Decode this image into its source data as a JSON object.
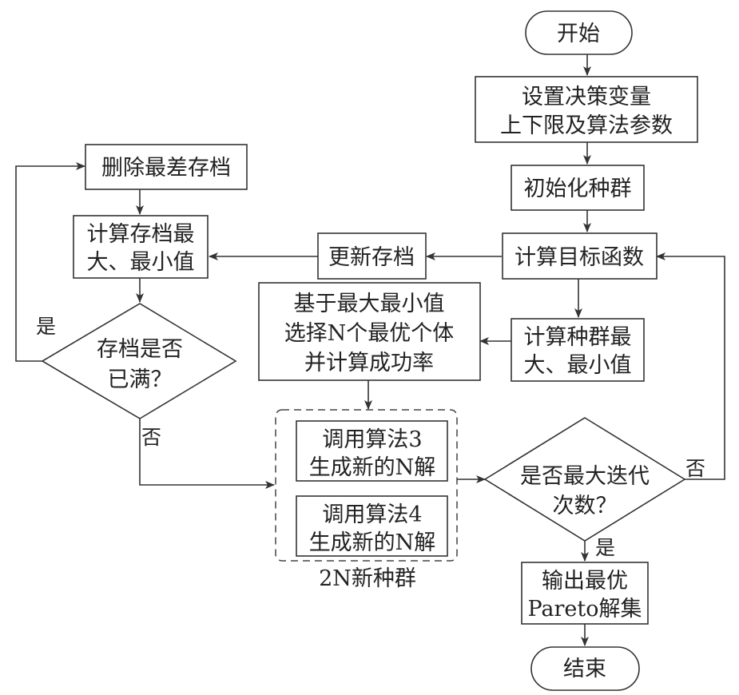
{
  "nodes": {
    "start": "开始",
    "set_params": [
      "设置决策变量",
      "上下限及算法参数"
    ],
    "init_pop": "初始化种群",
    "calc_obj": "计算目标函数",
    "update_archive": "更新存档",
    "calc_pop_minmax": [
      "计算种群最",
      "大、最小值"
    ],
    "select_best": [
      "基于最大最小值",
      "选择N个最优个体",
      "并计算成功率"
    ],
    "delete_worst": "删除最差存档",
    "calc_archive_minmax": [
      "计算存档最",
      "大、最小值"
    ],
    "archive_full": [
      "存档是否",
      "已满？"
    ],
    "algo3": [
      "调用算法3",
      "生成新的N解"
    ],
    "algo4": [
      "调用算法4",
      "生成新的N解"
    ],
    "group_label": "2N新种群",
    "max_iter": [
      "是否最大迭代",
      "次数？"
    ],
    "output": [
      "输出最优",
      "Pareto解集"
    ],
    "end": "结束"
  },
  "edge_labels": {
    "archive_full_yes": "是",
    "archive_full_no": "否",
    "max_iter_yes": "是",
    "max_iter_no": "否"
  }
}
